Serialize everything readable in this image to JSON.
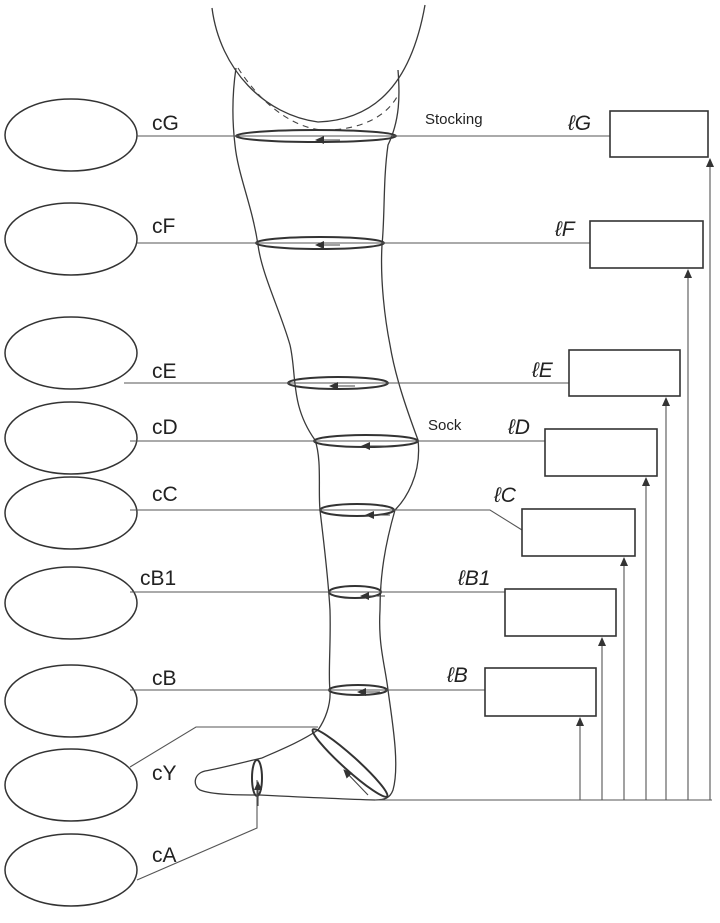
{
  "circumference_labels": {
    "cG": "cG",
    "cF": "cF",
    "cE": "cE",
    "cD": "cD",
    "cC": "cC",
    "cB1": "cB1",
    "cB": "cB",
    "cY": "cY",
    "cA": "cA"
  },
  "length_labels": {
    "lG": "ℓG",
    "lF": "ℓF",
    "lE": "ℓE",
    "lD": "ℓD",
    "lC": "ℓC",
    "lB1": "ℓB1",
    "lB": "ℓB"
  },
  "annotations": {
    "stocking": "Stocking",
    "sock": "Sock"
  }
}
